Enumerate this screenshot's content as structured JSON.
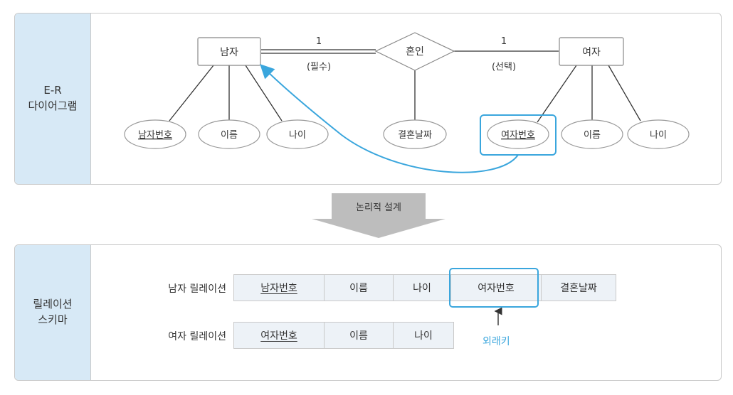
{
  "top_panel": {
    "label_line1": "E-R",
    "label_line2": "다이어그램"
  },
  "bottom_panel": {
    "label_line1": "릴레이션",
    "label_line2": "스키마"
  },
  "entities": {
    "man": "남자",
    "woman": "여자"
  },
  "relationship": {
    "name": "혼인"
  },
  "cardinality": {
    "left": "1",
    "left_note": "(필수)",
    "right": "1",
    "right_note": "(선택)"
  },
  "attributes": {
    "man_id": "남자번호",
    "man_name": "이름",
    "man_age": "나이",
    "marriage_date": "결혼날짜",
    "woman_id": "여자번호",
    "woman_name": "이름",
    "woman_age": "나이"
  },
  "transition": {
    "label": "논리적 설계"
  },
  "relations": {
    "man": {
      "label": "남자 릴레이션",
      "cells": [
        "남자번호",
        "이름",
        "나이",
        "여자번호",
        "결혼날짜"
      ]
    },
    "woman": {
      "label": "여자 릴레이션",
      "cells": [
        "여자번호",
        "이름",
        "나이"
      ]
    }
  },
  "foreign_key": {
    "label": "외래키"
  },
  "colors": {
    "accent": "#3aa6dd",
    "panel_side": "#d7e9f6",
    "cell_bg": "#edf2f7",
    "arrow_gray": "#bdbdbd"
  }
}
